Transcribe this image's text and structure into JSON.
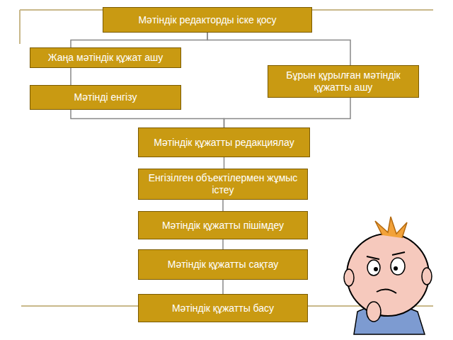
{
  "diagram": {
    "nodes": [
      {
        "text": [
          "Мәтіндік редакторды іске қосу"
        ]
      },
      {
        "text": [
          "Жаңа мәтіндік құжат ашу"
        ]
      },
      {
        "text": [
          "Бұрын құрылған мәтіндік құжатты ашу"
        ]
      },
      {
        "text": [
          "Мәтінді енгізу"
        ]
      },
      {
        "text": [
          "Мәтіндік құжатты редакциялау"
        ]
      },
      {
        "text": [
          "Енгізілген объектілермен жұмыс істеу"
        ]
      },
      {
        "text": [
          "Мәтіндік құжатты пішімдеу"
        ]
      },
      {
        "text": [
          "Мәтіндік құжатты сақтау"
        ]
      },
      {
        "text": [
          "Мәтіндік құжатты басу"
        ]
      }
    ],
    "edges": [
      {
        "from": 0,
        "to": 1,
        "arrow": "none"
      },
      {
        "from": 0,
        "to": 2,
        "arrow": "none"
      },
      {
        "from": 1,
        "to": 3,
        "arrow": "none"
      },
      {
        "from": 3,
        "to": 4,
        "arrow": "none"
      },
      {
        "from": 2,
        "to": 4,
        "arrow": "none"
      },
      {
        "from": 4,
        "to": 5,
        "arrow": "none"
      },
      {
        "from": 5,
        "to": 6,
        "arrow": "none"
      },
      {
        "from": 6,
        "to": 7,
        "arrow": "none"
      },
      {
        "from": 7,
        "to": 8,
        "arrow": "none"
      }
    ]
  }
}
